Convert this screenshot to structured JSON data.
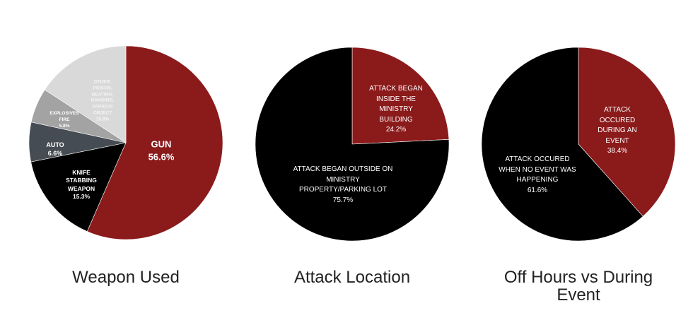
{
  "chart_data": [
    {
      "type": "pie",
      "title": "Weapon Used",
      "slices": [
        {
          "label": "GUN",
          "value": 56.6,
          "pct": "56.6%",
          "color": "#8b1a1b"
        },
        {
          "label": "KNIFE STABBING WEAPON",
          "value": 15.3,
          "pct": "15.3%",
          "color": "#000000"
        },
        {
          "label": "AUTO",
          "value": 6.6,
          "pct": "6.6%",
          "color": "#464c53"
        },
        {
          "label": "EXPLOSIVES FIRE",
          "value": 5.8,
          "pct": "5.8%",
          "color": "#a3a3a3"
        },
        {
          "label": "OTHER: POISON, BEATING, HANGING, VARIOUS OBJECT",
          "value": 15.8,
          "pct": "15.8%",
          "color": "#d9d9d9"
        }
      ]
    },
    {
      "type": "pie",
      "title": "Attack Location",
      "slices": [
        {
          "label": "ATTACK BEGAN INSIDE THE MINISTRY BUILDING",
          "value": 24.2,
          "pct": "24.2%",
          "color": "#8b1a1b"
        },
        {
          "label": "ATTACK BEGAN OUTSIDE ON MINISTRY PROPERTY/PARKING LOT",
          "value": 75.7,
          "pct": "75.7%",
          "color": "#000000"
        }
      ]
    },
    {
      "type": "pie",
      "title": "Off Hours vs During Event",
      "slices": [
        {
          "label": "ATTACK OCCURED DURING AN EVENT",
          "value": 38.4,
          "pct": "38.4%",
          "color": "#8b1a1b"
        },
        {
          "label": "ATTACK OCCURED WHEN NO EVENT WAS HAPPENING",
          "value": 61.6,
          "pct": "61.6%",
          "color": "#000000"
        }
      ]
    }
  ]
}
